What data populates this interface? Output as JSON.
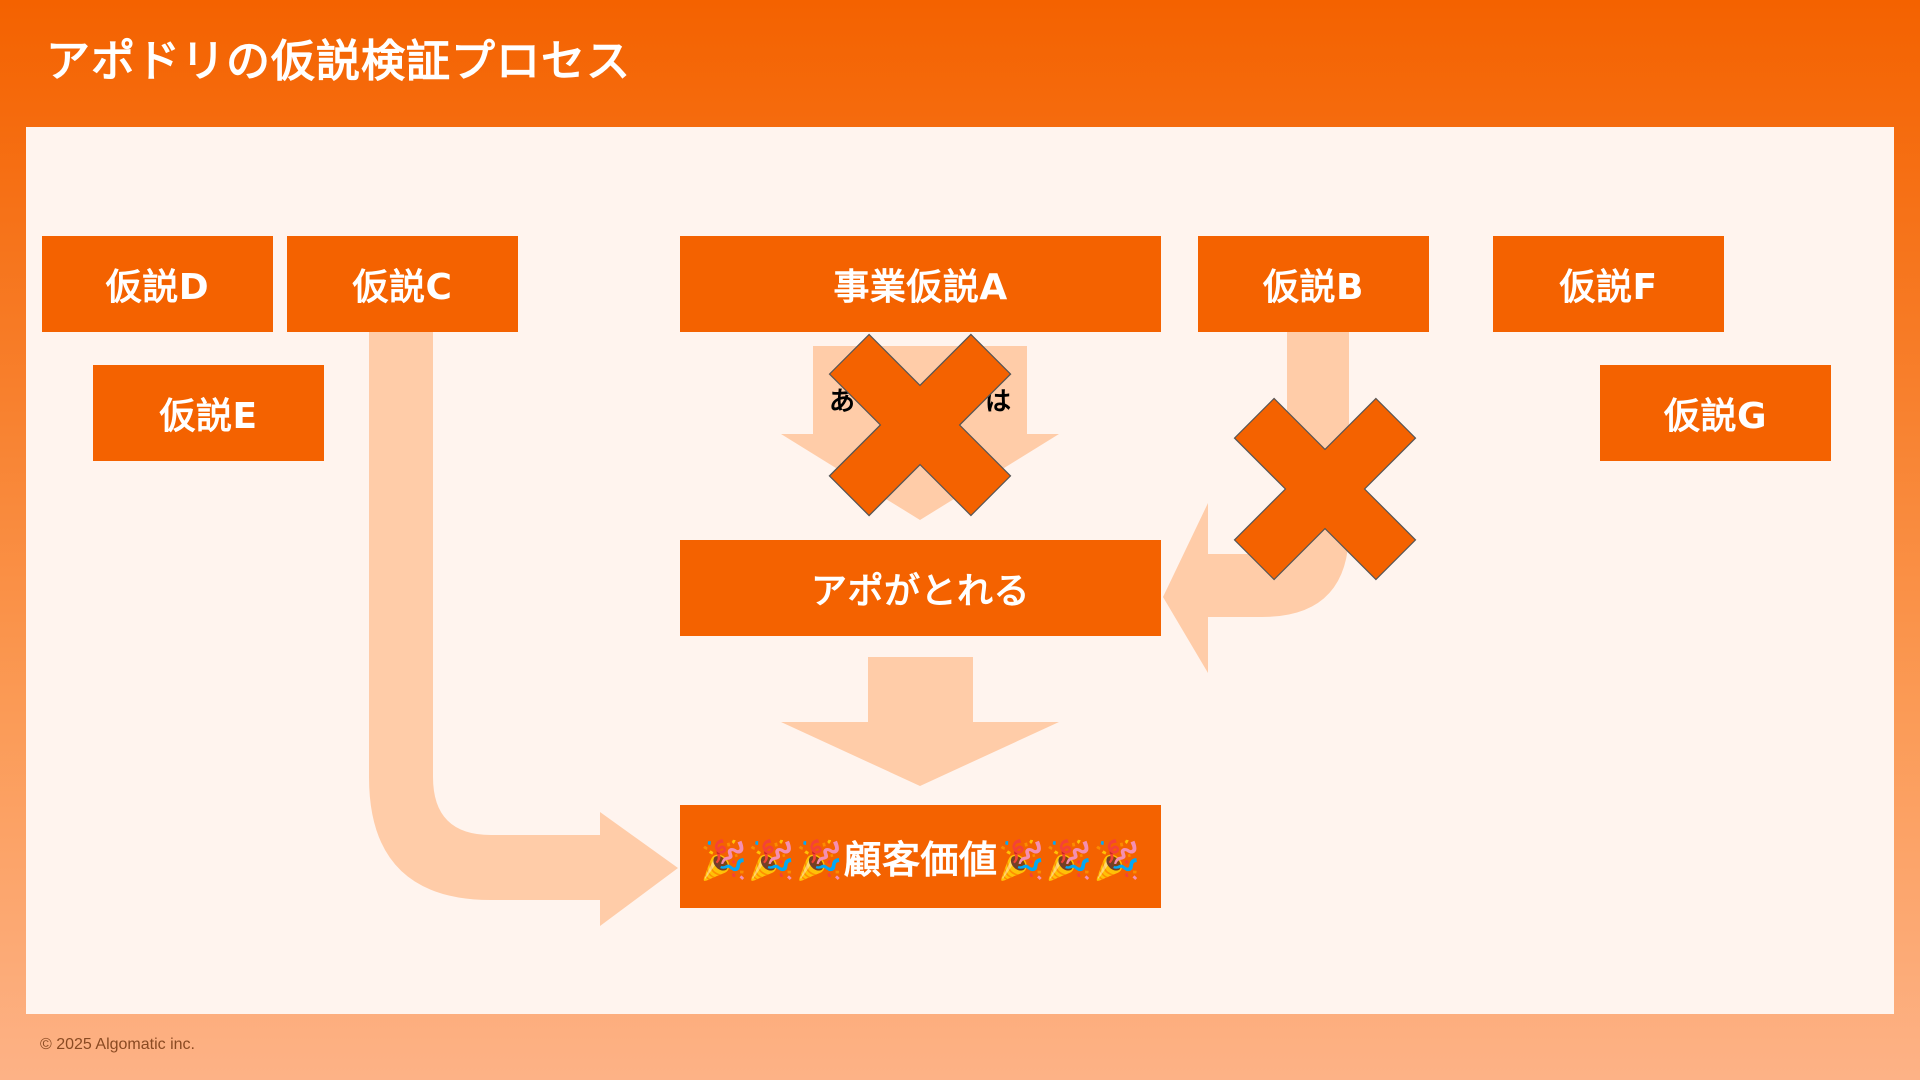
{
  "title": "アポドリの仮説検証プロセス",
  "hypotheses": {
    "d": "仮説D",
    "c": "仮説C",
    "a": "事業仮説A",
    "b": "仮説B",
    "f": "仮説F",
    "e": "仮説E",
    "g": "仮説G"
  },
  "hidden_arrow_text": "あ　　　　　は",
  "appointment": "アポがとれる",
  "customer_value": "🎉🎉🎉顧客価値🎉🎉🎉",
  "rejected_marks": [
    {
      "target": "事業仮説A",
      "icon": "cross-icon"
    },
    {
      "target": "仮説B",
      "icon": "cross-icon"
    }
  ],
  "colors": {
    "primary": "#f46200",
    "arrow": "#ffcca8",
    "panel": "#fff4ee"
  },
  "footer": {
    "copyright": "© 2025 Algomatic inc."
  }
}
